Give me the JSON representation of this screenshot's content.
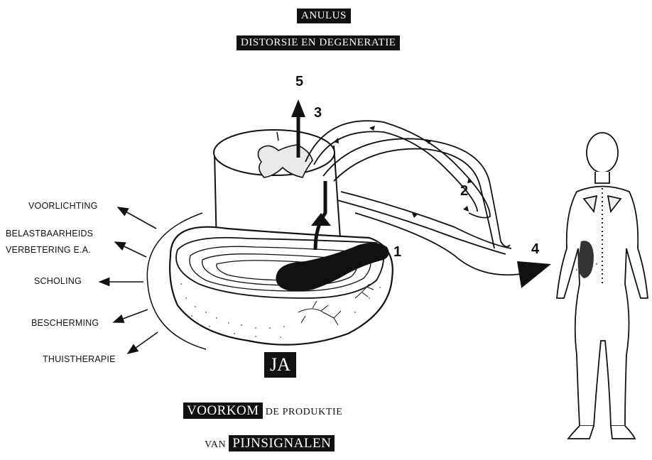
{
  "header": {
    "title": "ANULUS",
    "subtitle": "DISTORSIE EN DEGENERATIE"
  },
  "numbers": {
    "n1": "1",
    "n2": "2",
    "n3": "3",
    "n4": "4",
    "n5": "5"
  },
  "sidebar": {
    "items": [
      {
        "label": "VOORLICHTING"
      },
      {
        "label": "BELASTBAARHEIDS"
      },
      {
        "label": "VERBETERING E.A."
      },
      {
        "label": "SCHOLING"
      },
      {
        "label": "BESCHERMING"
      },
      {
        "label": "THUISTHERAPIE"
      }
    ]
  },
  "footer": {
    "ja": "JA",
    "voorkom": "VOORKOM",
    "de_produktie": "DE PRODUKTIE",
    "van": "VAN",
    "pijnsignalen": "PIJNSIGNALEN"
  },
  "colors": {
    "ink": "#111111",
    "background": "#ffffff"
  }
}
